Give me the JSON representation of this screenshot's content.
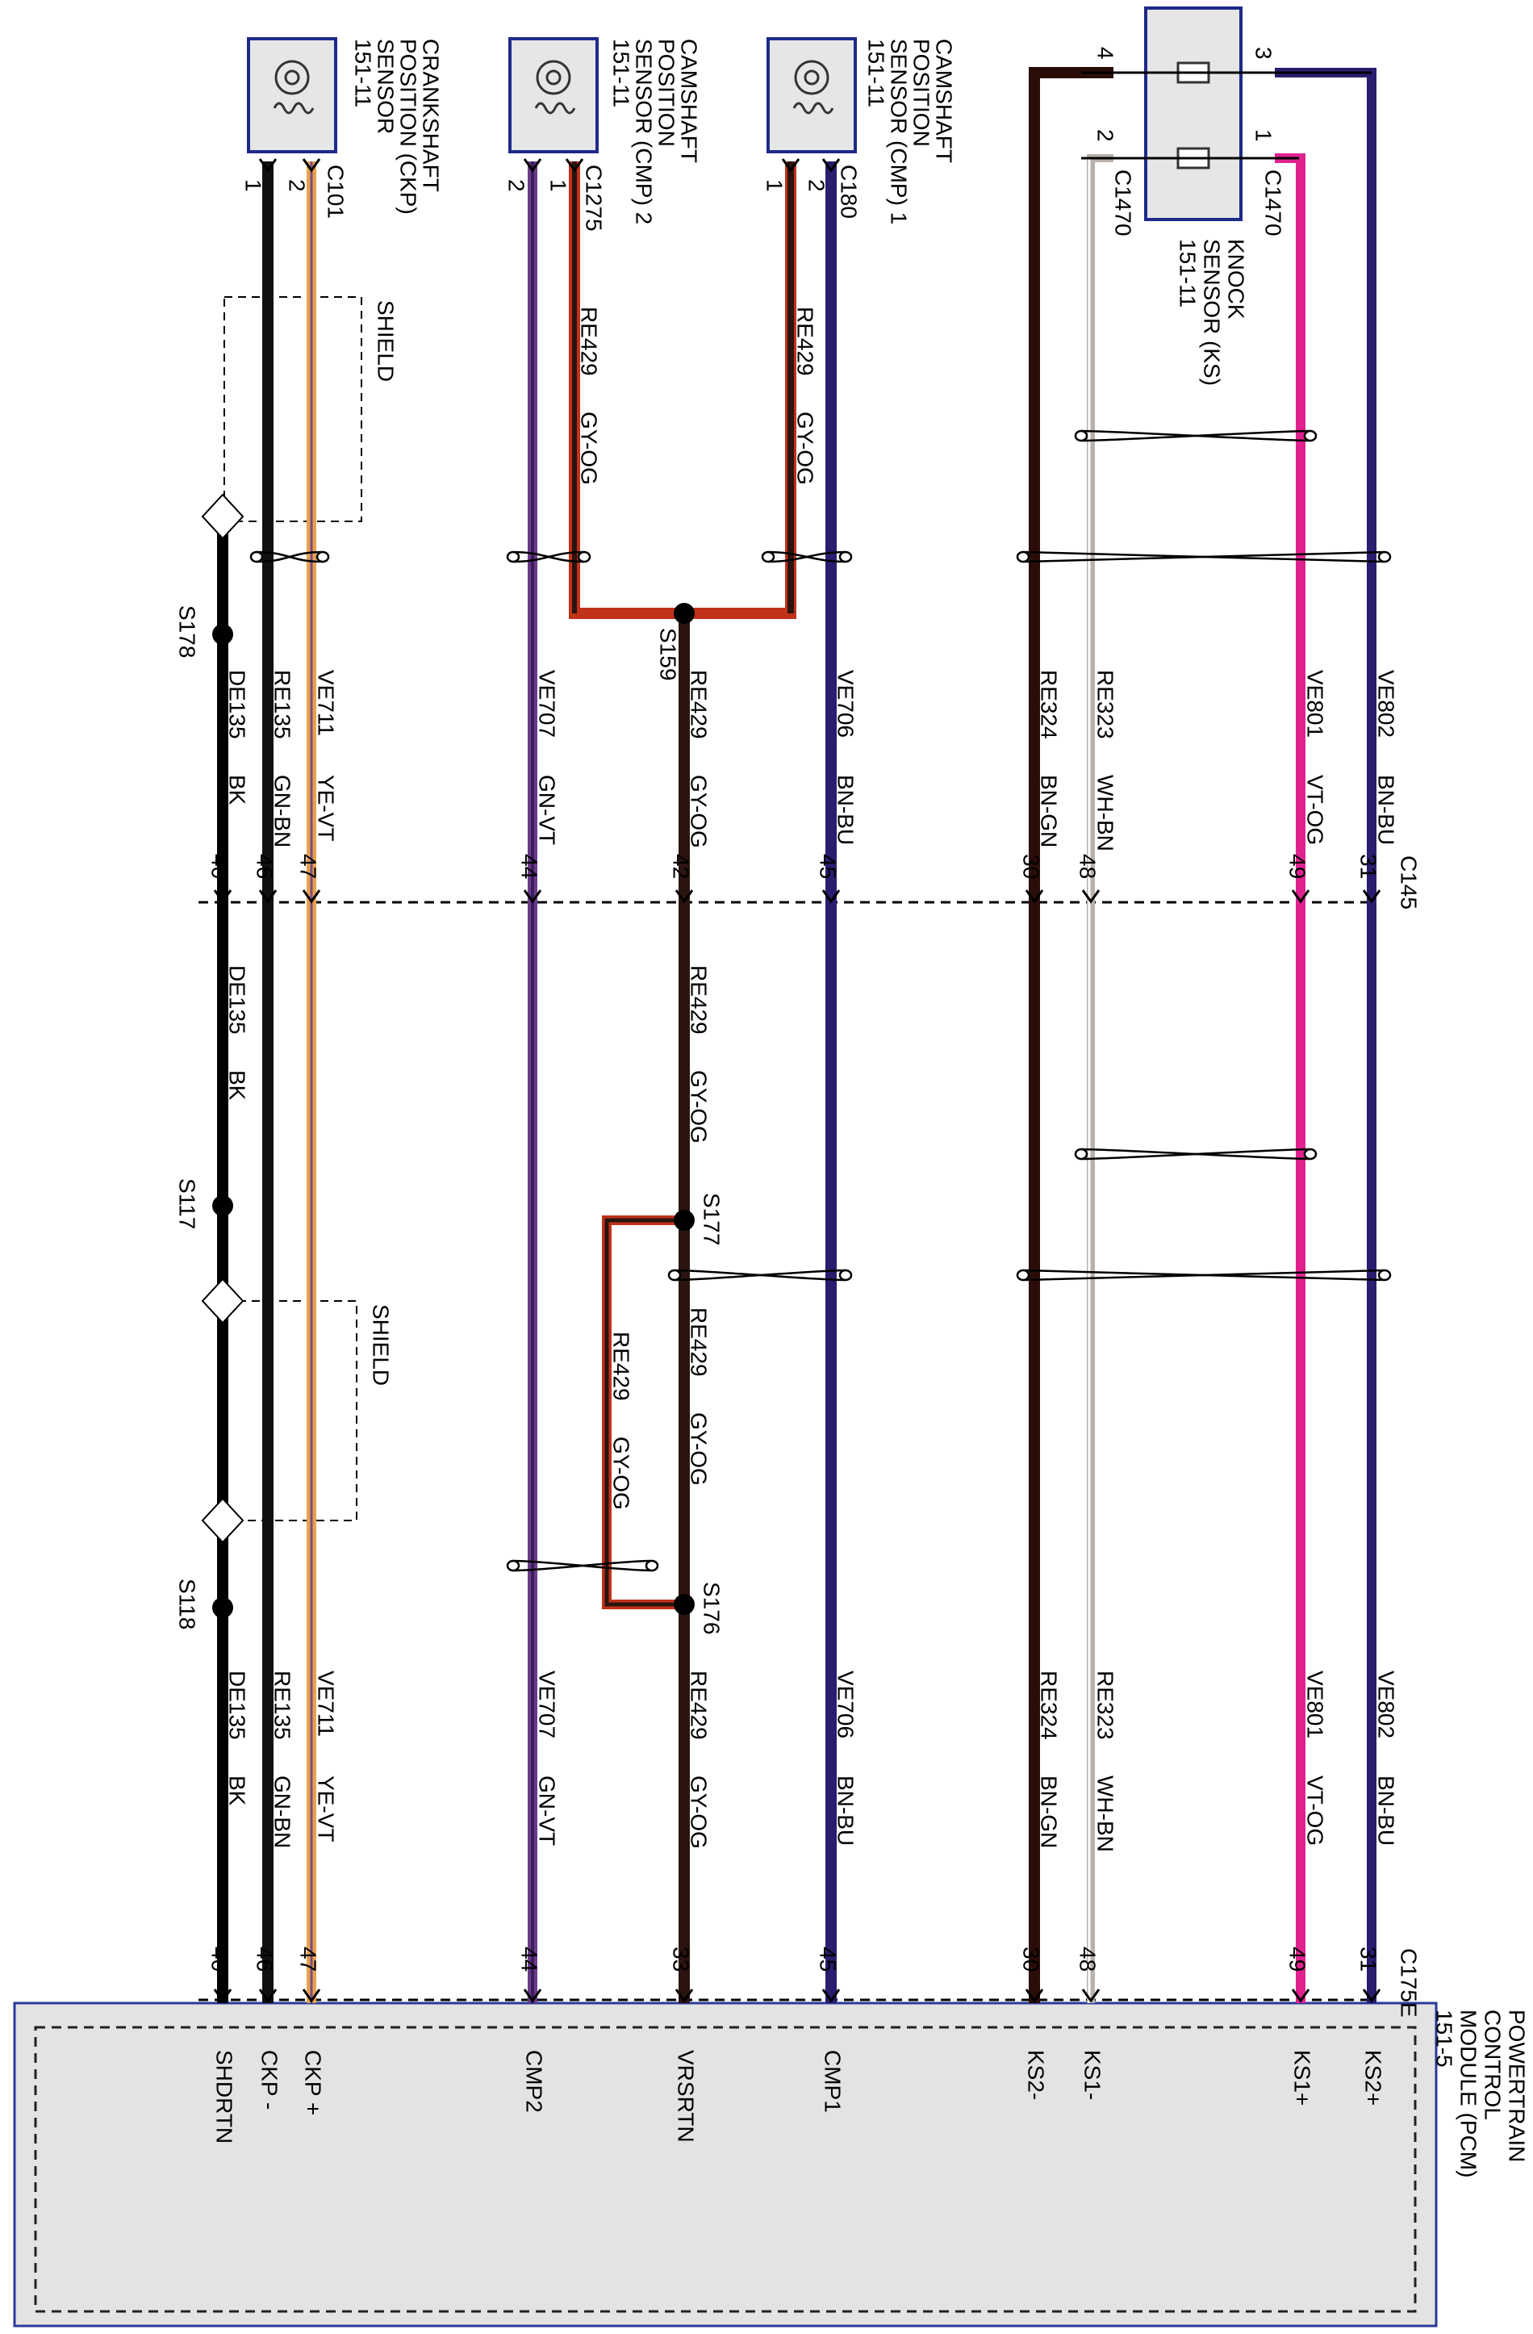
{
  "components": {
    "ckp": {
      "lines": [
        "CRANKSHAFT",
        "POSITION (CKP)",
        "SENSOR",
        "151-11"
      ],
      "connector": "C101",
      "pins": [
        "1",
        "2"
      ]
    },
    "cmp2": {
      "lines": [
        "CAMSHAFT",
        "POSITION",
        "SENSOR (CMP) 2",
        "151-11"
      ],
      "connector": "C1275",
      "pins": [
        "2",
        "1"
      ]
    },
    "cmp1": {
      "lines": [
        "CAMSHAFT",
        "POSITION",
        "SENSOR (CMP) 1",
        "151-11"
      ],
      "connector": "C180",
      "pins": [
        "1",
        "2"
      ]
    },
    "ks": {
      "lines": [
        "KNOCK",
        "SENSOR (KS)",
        "151-11"
      ],
      "connector_a": "C1470",
      "connector_b": "C1470",
      "pins": [
        "4",
        "2",
        "3",
        "1"
      ]
    },
    "pcm": {
      "lines": [
        "POWERTRAIN",
        "CONTROL",
        "MODULE (PCM)",
        "151-5"
      ]
    }
  },
  "connectors": {
    "mid": "C145",
    "pcm": "C175E"
  },
  "labels": {
    "shield": "SHIELD"
  },
  "splices": [
    "S178",
    "S159",
    "S117",
    "S177",
    "S176",
    "S118"
  ],
  "wires": [
    {
      "id": "ks2p",
      "circuit": "VE802",
      "color": "BN-BU",
      "pin_mid": "31",
      "pin_pcm": "31",
      "pcm_pin": "KS2+"
    },
    {
      "id": "ks1p",
      "circuit": "VE801",
      "color": "VT-OG",
      "pin_mid": "49",
      "pin_pcm": "49",
      "pcm_pin": "KS1+"
    },
    {
      "id": "ks1m",
      "circuit": "RE323",
      "color": "WH-BN",
      "pin_mid": "48",
      "pin_pcm": "48",
      "pcm_pin": "KS1-"
    },
    {
      "id": "ks2m",
      "circuit": "RE324",
      "color": "BN-GN",
      "pin_mid": "30",
      "pin_pcm": "30",
      "pcm_pin": "KS2-"
    },
    {
      "id": "cmp1",
      "circuit": "VE706",
      "color": "BN-BU",
      "pin_mid": "45",
      "pin_pcm": "45",
      "pcm_pin": "CMP1"
    },
    {
      "id": "vrs",
      "circuit": "RE429",
      "color": "GY-OG",
      "pin_mid": "42",
      "pin_pcm": "33",
      "pcm_pin": "VRSRTN"
    },
    {
      "id": "cmp2",
      "circuit": "VE707",
      "color": "GN-VT",
      "pin_mid": "44",
      "pin_pcm": "44",
      "pcm_pin": "CMP2"
    },
    {
      "id": "ckpp",
      "circuit": "VE711",
      "color": "YE-VT",
      "pin_mid": "47",
      "pin_pcm": "47",
      "pcm_pin": "CKP +"
    },
    {
      "id": "ckpm",
      "circuit": "RE135",
      "color": "GN-BN",
      "pin_mid": "46",
      "pin_pcm": "46",
      "pcm_pin": "CKP -"
    },
    {
      "id": "shd",
      "circuit": "DE135",
      "color": "BK",
      "pin_mid": "40",
      "pin_pcm": "40",
      "pcm_pin": "SHDRTN"
    }
  ],
  "branch_labels": {
    "circuit": "RE429",
    "color": "GY-OG"
  },
  "wire_colors": {
    "ks2p": "#2a1c6e",
    "ks1p": "#e0228f",
    "ks1m": "#b9b0aa",
    "ks2m": "#2b0d08",
    "cmp1": "#2a1c6e",
    "vrs": "#2b1410",
    "cmp2": "#6b3a8a",
    "ckpp": "#e8a24a",
    "ckpm": "#101010",
    "shd": "#000000",
    "redbranch": "#c0321a",
    "pcm_fill": "#e3e3e3",
    "pcm_border": "#2a3a9a",
    "sensor_border": "#1d2a8a"
  }
}
